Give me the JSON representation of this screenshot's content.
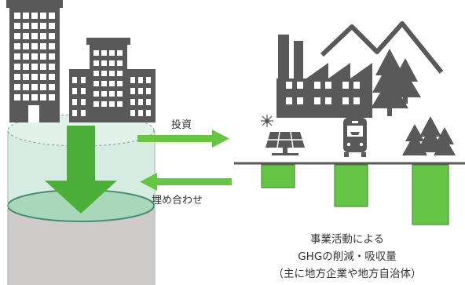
{
  "labels": {
    "investment": "投資",
    "offset": "埋め合わせ"
  },
  "description": {
    "line1": "事業活動による",
    "line2": "GHGの削減・吸収量",
    "line3": "（主に地方企業や地方自治体）"
  },
  "icons": {
    "left_buildings": "office-buildings-icon",
    "factory": "factory-icon",
    "mountains": "mountains-icon",
    "forest": "forest-icon",
    "solar_panel": "solar-panel-icon",
    "bus": "bus-icon",
    "trees": "trees-icon",
    "down_arrow": "big-down-arrow-icon"
  },
  "colors": {
    "green": "#66c545",
    "arrow_dark_green": "#4caf39",
    "dark_gray": "#595959",
    "cylinder_top": "#d6ece2",
    "cylinder_bottom": "#cfcbcb",
    "water_line": "#4a8c75"
  },
  "reduction_bars": [
    {
      "name": "solar",
      "depth_ratio": 0.38
    },
    {
      "name": "bus",
      "depth_ratio": 0.7
    },
    {
      "name": "forest",
      "depth_ratio": 1.0
    }
  ]
}
